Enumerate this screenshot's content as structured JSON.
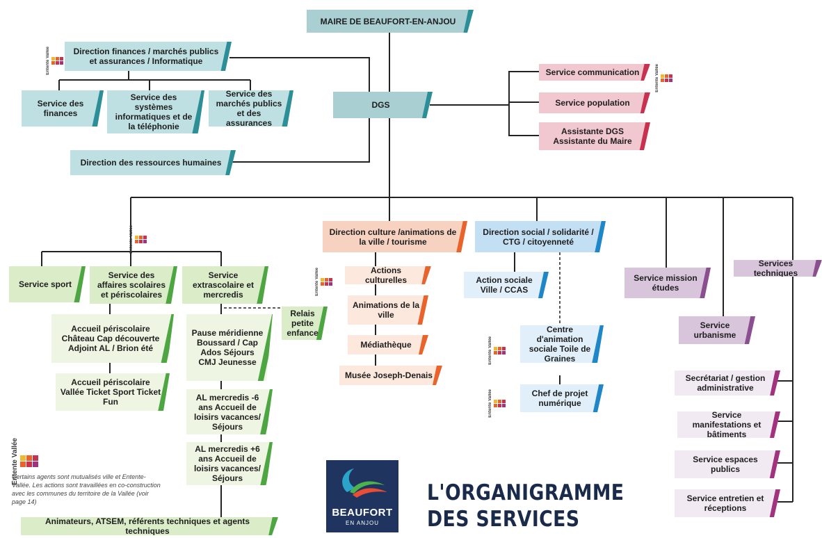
{
  "nodes": {
    "maire": "MAIRE DE BEAUFORT-EN-ANJOU",
    "dir_finances": "Direction finances / marchés publics et assurances / Informatique",
    "serv_finances": "Service des finances",
    "serv_si": "Service des systèmes informatiques et de la téléphonie",
    "serv_marches": "Service des marchés publics et des assurances",
    "dgs": "DGS",
    "dir_rh": "Direction des ressources humaines",
    "serv_comm": "Service communication",
    "serv_pop": "Service population",
    "assistante": "Assistante DGS Assistante du Maire",
    "serv_sport": "Service sport",
    "serv_scol": "Service des affaires scolaires et périscolaires",
    "serv_extra": "Service extrascolaire et mercredis",
    "relais": "Relais petite enfance",
    "acc_chateau": "Accueil périscolaire Château Cap découverte Adjoint AL / Brion été",
    "acc_vallee": "Accueil périscolaire Vallée Ticket Sport Ticket Fun",
    "pause": "Pause méridienne Boussard / Cap Ados Séjours CMJ Jeunesse",
    "al_moins6": "AL mercredis -6 ans Accueil de loisirs vacances/ Séjours",
    "al_plus6": "AL mercredis +6 ans Accueil de loisirs vacances/ Séjours",
    "animateurs": "Animateurs, ATSEM, référents techniques et agents techniques",
    "dir_culture": "Direction culture /animations de la ville / tourisme",
    "actions_cult": "Actions culturelles",
    "animations": "Animations de la ville",
    "mediatheque": "Médiathèque",
    "musee": "Musée Joseph-Denais",
    "dir_social": "Direction social / solidarité / CTG / citoyenneté",
    "action_sociale": "Action sociale Ville / CCAS",
    "centre_anim": "Centre d'animation sociale Toile de Graines",
    "chef_projet": "Chef de projet numérique",
    "mission_etudes": "Service mission études",
    "urbanisme": "Service urbanisme",
    "serv_tech": "Services techniques",
    "secretariat": "Secrétariat / gestion administrative",
    "manifestations": "Service manifestations et bâtiments",
    "espaces_publics": "Service espaces publics",
    "entretien": "Service entretien et réceptions"
  },
  "entente_vallee_label": "Entente Vallée",
  "legend_note": "Certains agents sont mutualisés ville et Entente-Vallée. Les actions sont travaillées en co-construction avec les communes du territoire de la Vallée (voir page 14)",
  "logo": {
    "name": "BEAUFORT",
    "sub": "EN ANJOU"
  },
  "title": {
    "line1": "L'ORGANIGRAMME",
    "line2": "DES SERVICES"
  },
  "colors": {
    "teal": "#2c8f97",
    "pink": "#c8324f",
    "green": "#4da642",
    "orange": "#e8642c",
    "blue": "#1f86c8",
    "purple": "#8a4f8e",
    "navy": "#1f3560"
  }
}
